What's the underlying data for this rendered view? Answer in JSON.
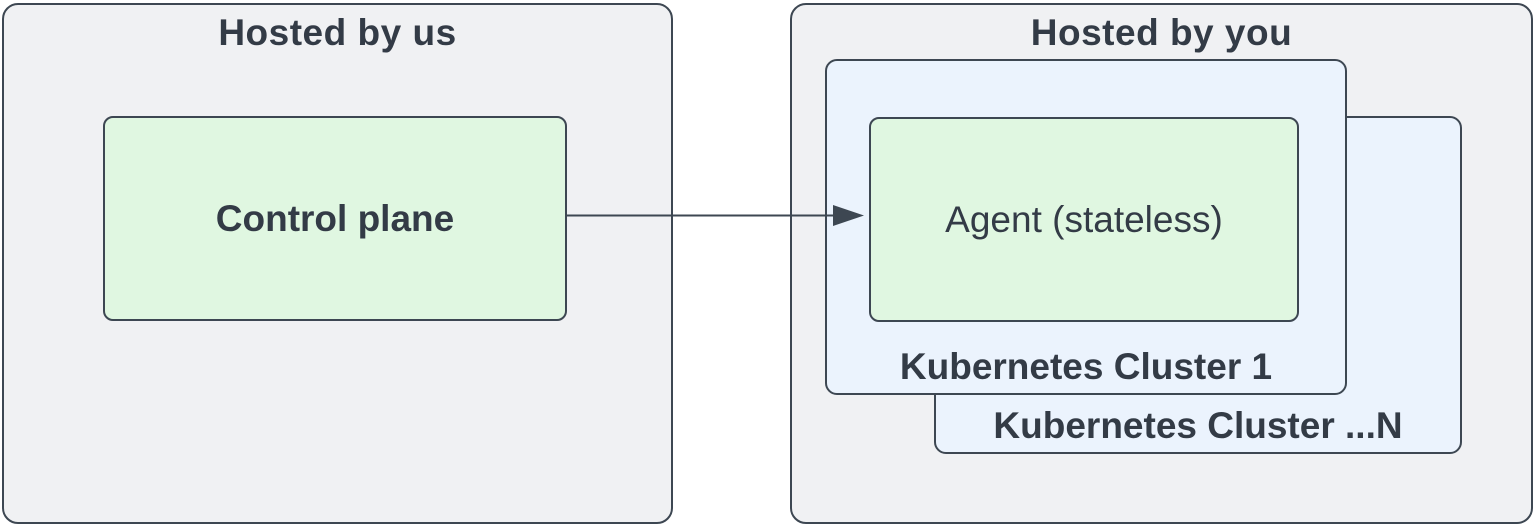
{
  "colors": {
    "page_background": "#ffffff",
    "container_fill": "#f0f1f3",
    "cluster_fill": "#ebf3fd",
    "node_fill": "#e0f7e1",
    "border": "#3d4752",
    "text": "#333b46",
    "arrow": "#3d4752"
  },
  "left_container": {
    "title": "Hosted by us",
    "node": {
      "label": "Control plane"
    }
  },
  "right_container": {
    "title": "Hosted by you",
    "cluster_back": {
      "label": "Kubernetes Cluster ...N"
    },
    "cluster_front": {
      "label": "Kubernetes Cluster 1",
      "node": {
        "label": "Agent (stateless)"
      }
    }
  },
  "edges": [
    {
      "from": "Control plane",
      "to": "Agent (stateless)",
      "direction": "right"
    }
  ]
}
